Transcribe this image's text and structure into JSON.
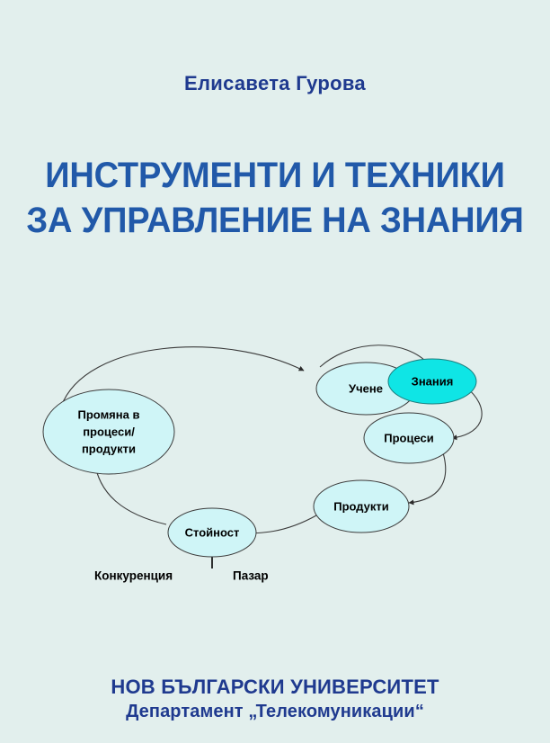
{
  "page": {
    "background_color": "#e2efed"
  },
  "author": {
    "name": "Елисавета Гурова",
    "color": "#1f3a8f"
  },
  "title": {
    "line1": "ИНСТРУМЕНТИ И ТЕХНИКИ",
    "line2": "ЗА УПРАВЛЕНИЕ НА ЗНАНИЯ",
    "color": "#2159a9"
  },
  "diagram": {
    "type": "cycle-diagram",
    "node_fill": "#cff5f7",
    "node_highlight_fill": "#0fe5e5",
    "node_stroke": "#3b3b3b",
    "nodes": [
      {
        "id": "change",
        "label_line1": "Промяна в",
        "label_line2": "процеси/",
        "label_line3": "продукти",
        "highlight": false
      },
      {
        "id": "learning",
        "label_line1": "Учене",
        "highlight": false
      },
      {
        "id": "knowledge",
        "label_line1": "Знания",
        "highlight": true
      },
      {
        "id": "processes",
        "label_line1": "Процеси",
        "highlight": false
      },
      {
        "id": "products",
        "label_line1": "Продукти",
        "highlight": false
      },
      {
        "id": "value",
        "label_line1": "Стойност",
        "highlight": false
      }
    ],
    "external_labels": [
      {
        "id": "competition",
        "label": "Конкуренция"
      },
      {
        "id": "market",
        "label": "Пазар"
      }
    ],
    "edges": [
      {
        "from": "change",
        "to": "learning"
      },
      {
        "from": "learning",
        "to": "knowledge"
      },
      {
        "from": "knowledge",
        "to": "processes"
      },
      {
        "from": "processes",
        "to": "products"
      },
      {
        "from": "products",
        "to": "value"
      },
      {
        "from": "value",
        "to": "change"
      },
      {
        "from": "market",
        "to": "value"
      }
    ]
  },
  "footer": {
    "publisher": "НОВ БЪЛГАРСКИ УНИВЕРСИТЕТ",
    "department": "Департамент „Телекомуникации“",
    "color": "#1f3a8f"
  }
}
